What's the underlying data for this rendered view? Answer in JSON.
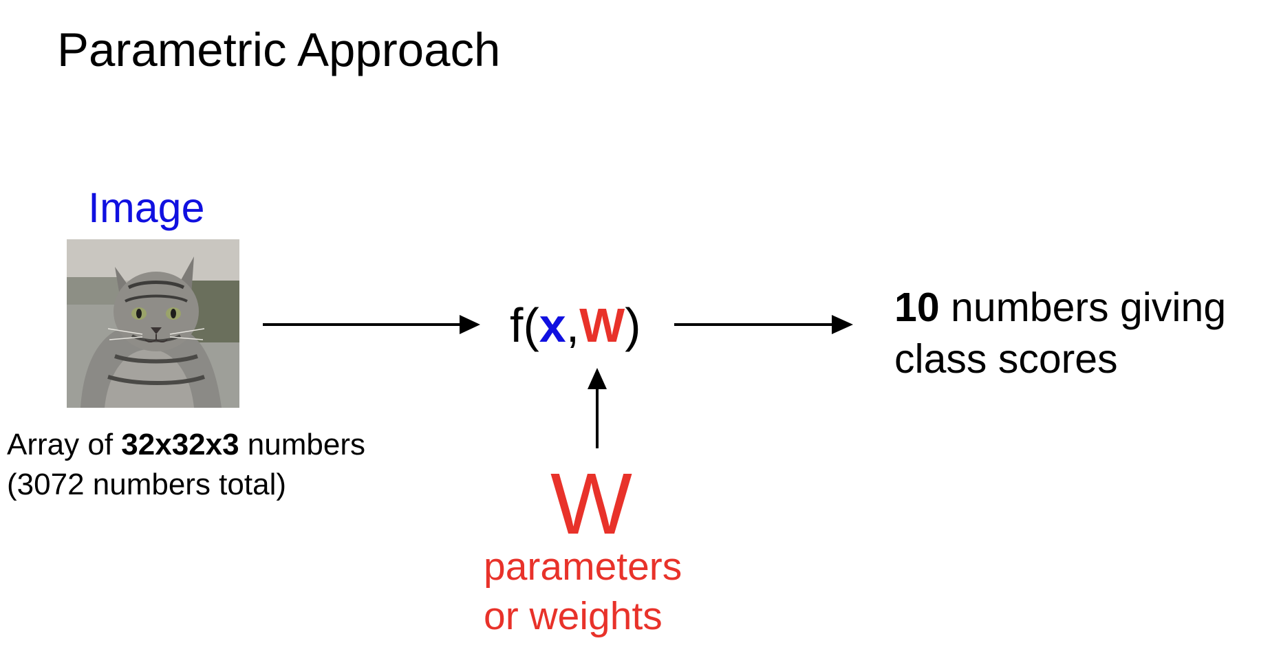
{
  "title": "Parametric Approach",
  "image": {
    "label": "Image",
    "label_color": "#1010e0"
  },
  "input_caption": {
    "prefix": "Array of ",
    "dims": "32x32x3",
    "suffix": " numbers",
    "line2": "(3072 numbers total)"
  },
  "function": {
    "open": "f(",
    "x": "x",
    "comma": ",",
    "w": "W",
    "close": ")",
    "x_color": "#1010e0",
    "w_color": "#e8322a"
  },
  "output": {
    "count": "10",
    "line1_rest": " numbers giving",
    "line2": "class scores"
  },
  "weights": {
    "symbol": "W",
    "line1": "parameters",
    "line2": "or weights",
    "color": "#e8322a"
  }
}
